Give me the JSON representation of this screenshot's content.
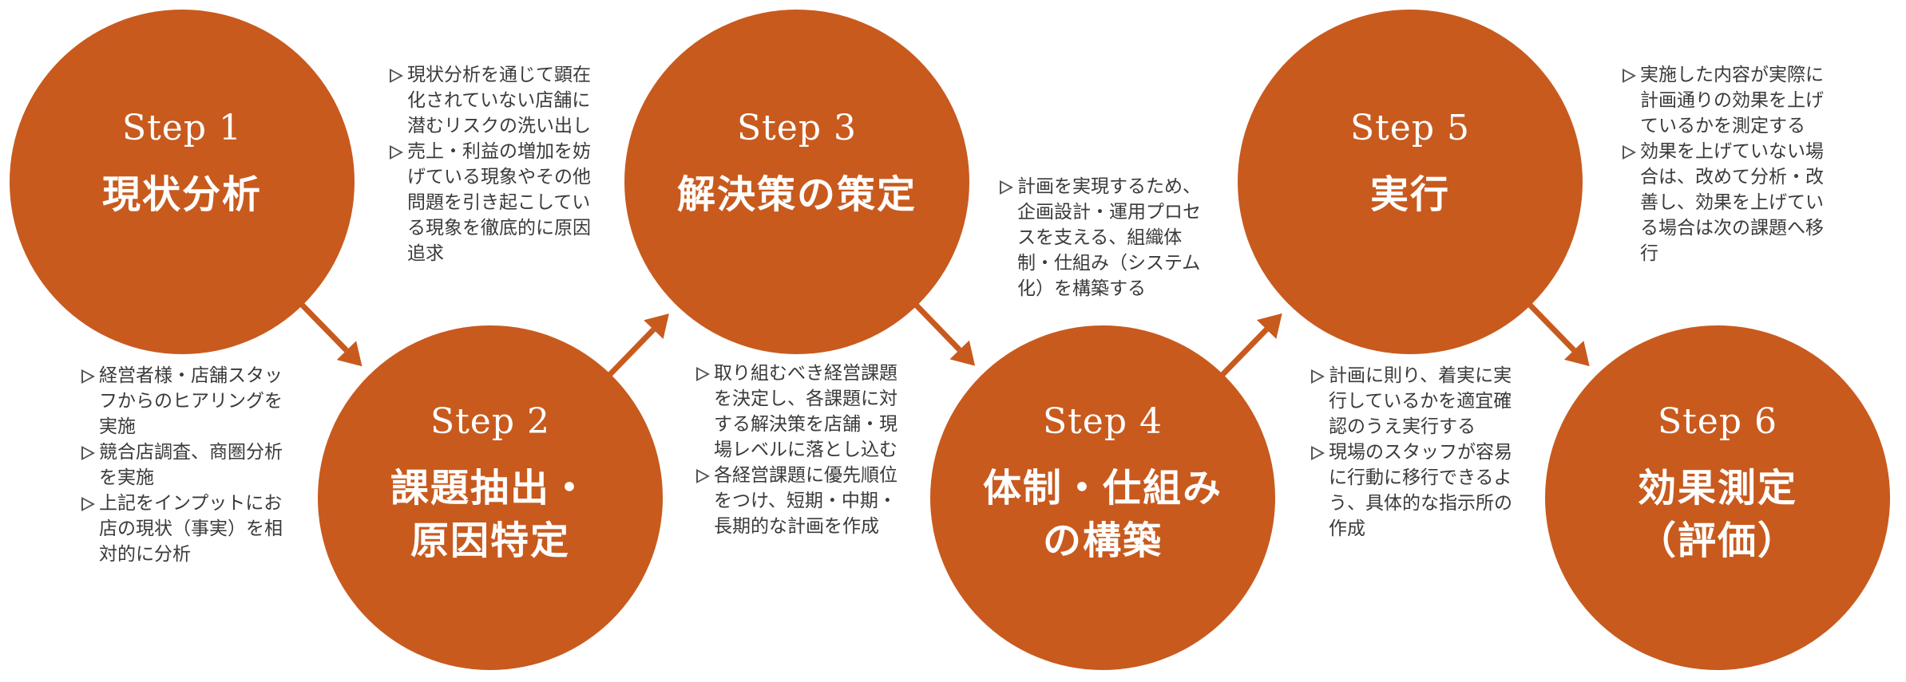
{
  "colors": {
    "accent": "#c85a1e",
    "arrow": "#c85a1e",
    "text": "#3a3a3a"
  },
  "steps": [
    {
      "step": "Step 1",
      "title": [
        "現状分析"
      ]
    },
    {
      "step": "Step 2",
      "title": [
        "課題抽出・",
        "原因特定"
      ]
    },
    {
      "step": "Step 3",
      "title": [
        "解決策の策定"
      ]
    },
    {
      "step": "Step 4",
      "title": [
        "体制・仕組み",
        "の構築"
      ]
    },
    {
      "step": "Step 5",
      "title": [
        "実行"
      ]
    },
    {
      "step": "Step 6",
      "title": [
        "効果測定",
        "（評価）"
      ]
    }
  ],
  "descriptions": [
    [
      "経営者様・店舗スタッフからのヒアリングを実施",
      "競合店調査、商圏分析を実施",
      "上記をインプットにお店の現状（事実）を相対的に分析"
    ],
    [
      "現状分析を通じて顕在化されていない店舗に潜むリスクの洗い出し",
      "売上・利益の増加を妨げている現象やその他問題を引き起こしている現象を徹底的に原因追求"
    ],
    [
      "取り組むべき経営課題を決定し、各課題に対する解決策を店舗・現場レベルに落とし込む",
      "各経営課題に優先順位をつけ、短期・中期・長期的な計画を作成"
    ],
    [
      "計画を実現するため、企画設計・運用プロセスを支える、組織体制・仕組み（システム化）を構築する"
    ],
    [
      "計画に則り、着実に実行しているかを適宜確認のうえ実行する",
      "現場のスタッフが容易に行動に移行できるよう、具体的な指示所の作成"
    ],
    [
      "実施した内容が実際に計画通りの効果を上げているかを測定する",
      "効果を上げていない場合は、改めて分析・改善し、効果を上げている場合は次の課題へ移行"
    ]
  ]
}
